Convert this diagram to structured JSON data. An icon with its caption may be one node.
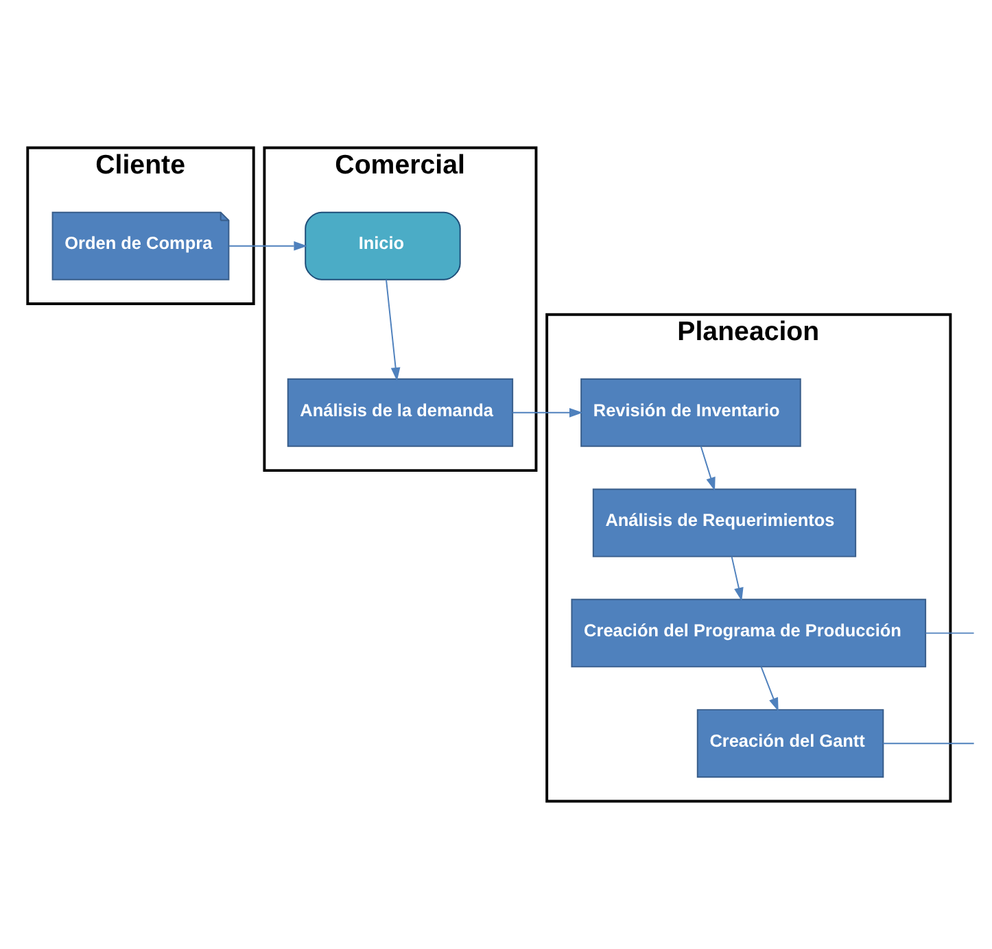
{
  "diagram": {
    "nodes": [
      {
        "text": [
          "Cliente"
        ]
      },
      {
        "text": [
          "Orden de Compra"
        ],
        "in": 0
      },
      {
        "text": [
          "Comercial"
        ]
      },
      {
        "text": [
          "Inicio"
        ],
        "in": 2
      },
      {
        "text": [
          "Análisis de la demanda"
        ],
        "in": 2
      },
      {
        "text": [
          "Planeacion"
        ]
      },
      {
        "text": [
          "Revisión de Inventario"
        ],
        "in": 5
      },
      {
        "text": [
          "Análisis de Requerimientos"
        ],
        "in": 5
      },
      {
        "text": [
          "Creación del Programa de Producción"
        ],
        "in": 5
      },
      {
        "text": [
          "Creación del Gantt"
        ],
        "in": 5
      }
    ],
    "edges": [
      {
        "from": 1,
        "to": 3,
        "arrow": "to"
      },
      {
        "from": 3,
        "to": 4,
        "arrow": "to"
      },
      {
        "from": 4,
        "to": 6,
        "arrow": "to"
      },
      {
        "from": 6,
        "to": 7,
        "arrow": "to"
      },
      {
        "from": 7,
        "to": 8,
        "arrow": "to"
      },
      {
        "from": 8,
        "to": 9,
        "arrow": "to"
      },
      {
        "from": 8,
        "to": null,
        "arrow": "none"
      },
      {
        "from": 9,
        "to": null,
        "arrow": "none"
      }
    ]
  }
}
